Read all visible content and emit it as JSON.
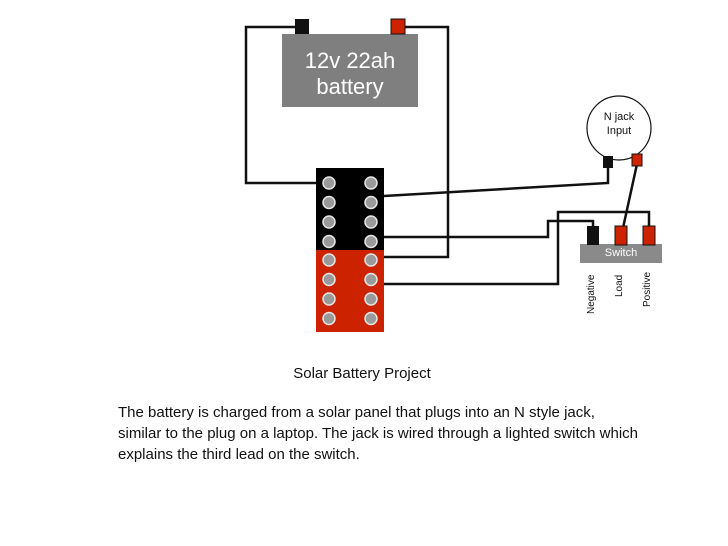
{
  "battery": {
    "line1": "12v 22ah",
    "line2": "battery",
    "color": "#7f7f7f"
  },
  "jack": {
    "line1": "N jack",
    "line2": "Input"
  },
  "switch": {
    "label": "Switch",
    "terminals": [
      "Negative",
      "Load",
      "Positive"
    ],
    "color": "#8a8a8a"
  },
  "terminal_block": {
    "rows_per_section": 4,
    "top_color": "#000000",
    "bottom_color": "#cc2200"
  },
  "colors": {
    "negative": "#111111",
    "positive": "#cc2200",
    "wire": "#111111"
  },
  "caption": "Solar Battery Project",
  "description": "The battery is charged from a solar panel that plugs into an N style jack, similar to the plug on a laptop.  The jack is wired through a lighted switch which explains the third lead on the switch."
}
